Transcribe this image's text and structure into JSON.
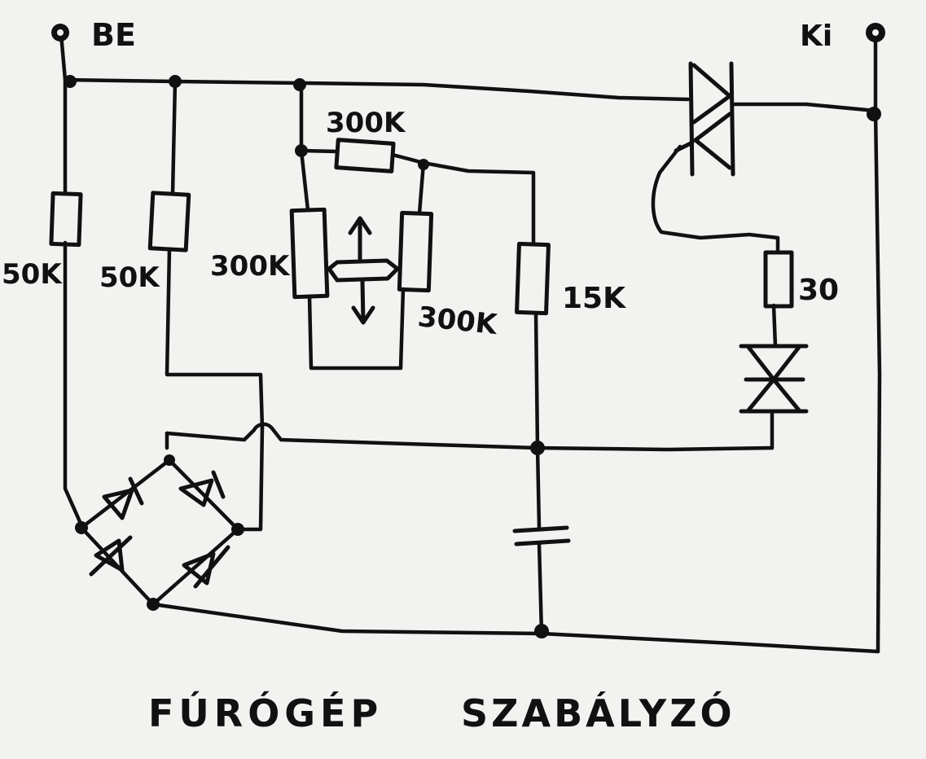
{
  "terminals": {
    "input_label": "BE",
    "output_label": "Ki"
  },
  "resistors": {
    "r1": "50K",
    "r2": "50K",
    "pot_fixed": "300K",
    "pot_a": "300K",
    "pot_b": "300K",
    "r_15k": "15K",
    "r_30": "30"
  },
  "title": {
    "left": "FÚRÓGÉP",
    "right": "SZABÁLYZÓ"
  },
  "colors": {
    "paper": "#f2f2f0",
    "ink": "#111111"
  }
}
